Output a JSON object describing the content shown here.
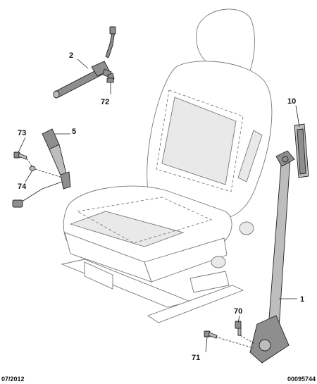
{
  "callouts": {
    "c2": "2",
    "c72": "72",
    "c73": "73",
    "c5": "5",
    "c74": "74",
    "c10": "10",
    "c1": "1",
    "c70": "70",
    "c71": "71"
  },
  "footer": {
    "date": "07/2012",
    "reference": "00095744"
  }
}
